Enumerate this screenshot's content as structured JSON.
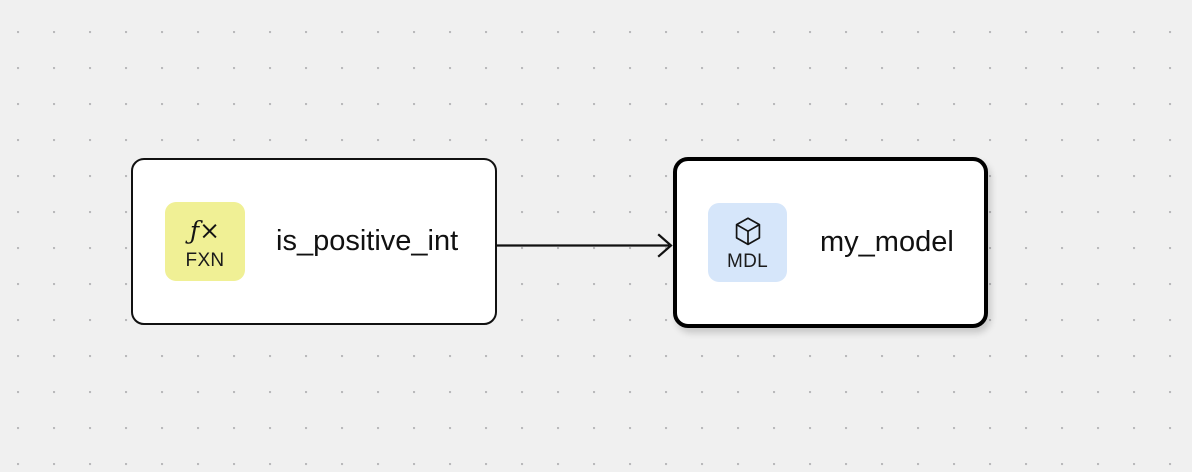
{
  "canvas": {
    "background_color": "#f0f0f0",
    "dot_color": "#b9b9bb",
    "dot_spacing": "36"
  },
  "nodes": [
    {
      "id": "is_positive_int",
      "title": "is_positive_int",
      "badge": {
        "code": "FXN",
        "glyph": "ƒ",
        "glyph_suffix": "×",
        "icon": "function-icon",
        "color": "#f0f095"
      },
      "selected": false
    },
    {
      "id": "my_model",
      "title": "my_model",
      "badge": {
        "code": "MDL",
        "icon": "cube-icon",
        "color": "#d6e6fa"
      },
      "selected": true
    }
  ],
  "edges": [
    {
      "from": "is_positive_int",
      "to": "my_model",
      "color": "#111111",
      "arrow": "open-arrowhead"
    }
  ]
}
